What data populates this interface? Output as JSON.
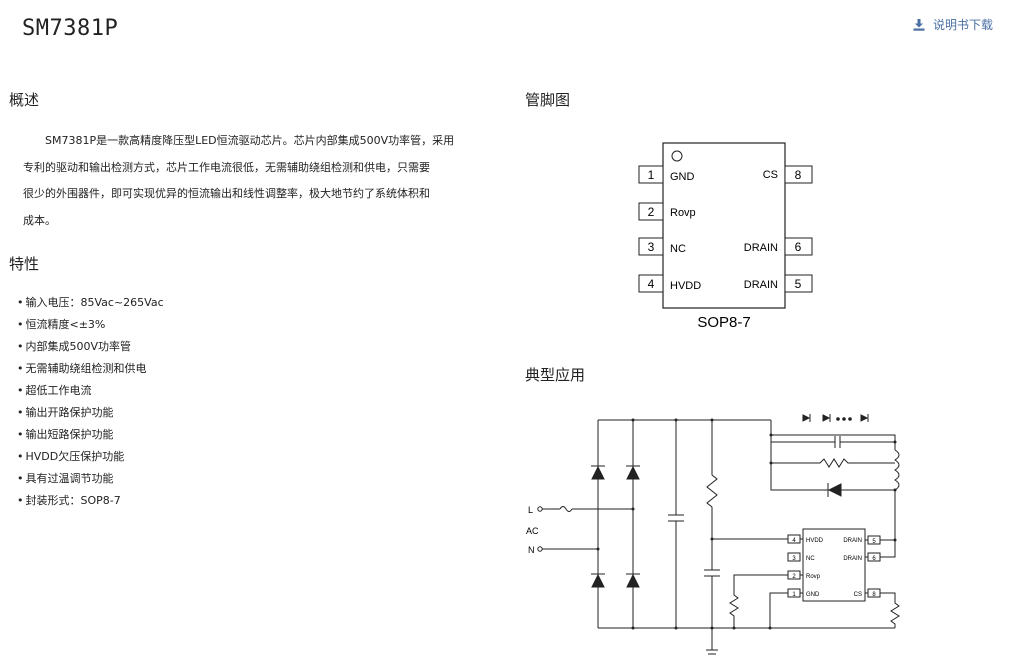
{
  "header": {
    "title": "SM7381P",
    "download_label": "说明书下载",
    "download_icon": "download-icon"
  },
  "overview": {
    "heading": "概述",
    "lines": [
      "SM7381P是一款高精度降压型LED恒流驱动芯片。芯片内部集成500V功率管，采用",
      "专利的驱动和输出检测方式，芯片工作电流很低，无需辅助绕组检测和供电，只需要",
      "很少的外围器件，即可实现优异的恒流输出和线性调整率，极大地节约了系统体积和",
      "成本。"
    ]
  },
  "features": {
    "heading": "特性",
    "bullet": "•",
    "items": [
      "输入电压：85Vac~265Vac",
      "恒流精度<±3%",
      "内部集成500V功率管",
      "无需辅助绕组检测和供电",
      "超低工作电流",
      "输出开路保护功能",
      "输出短路保护功能",
      "HVDD欠压保护功能",
      "具有过温调节功能",
      "封装形式：SOP8-7"
    ]
  },
  "pinout": {
    "heading": "管脚图",
    "package": "SOP8-7",
    "left_pins": [
      {
        "num": "1",
        "name": "GND"
      },
      {
        "num": "2",
        "name": "Rovp"
      },
      {
        "num": "3",
        "name": "NC"
      },
      {
        "num": "4",
        "name": "HVDD"
      }
    ],
    "right_pins": [
      {
        "num": "8",
        "name": "CS"
      },
      {
        "num": "6",
        "name": "DRAIN"
      },
      {
        "num": "5",
        "name": "DRAIN"
      }
    ]
  },
  "application": {
    "heading": "典型应用",
    "input_l": "L",
    "input_ac": "AC",
    "input_n": "N",
    "ic_left": [
      {
        "num": "4",
        "name": "HVDD"
      },
      {
        "num": "3",
        "name": "NC"
      },
      {
        "num": "2",
        "name": "Rovp"
      },
      {
        "num": "1",
        "name": "GND"
      }
    ],
    "ic_right": [
      {
        "num": "5",
        "name": "DRAIN"
      },
      {
        "num": "6",
        "name": "DRAIN"
      },
      {
        "num": "8",
        "name": "CS"
      }
    ]
  }
}
